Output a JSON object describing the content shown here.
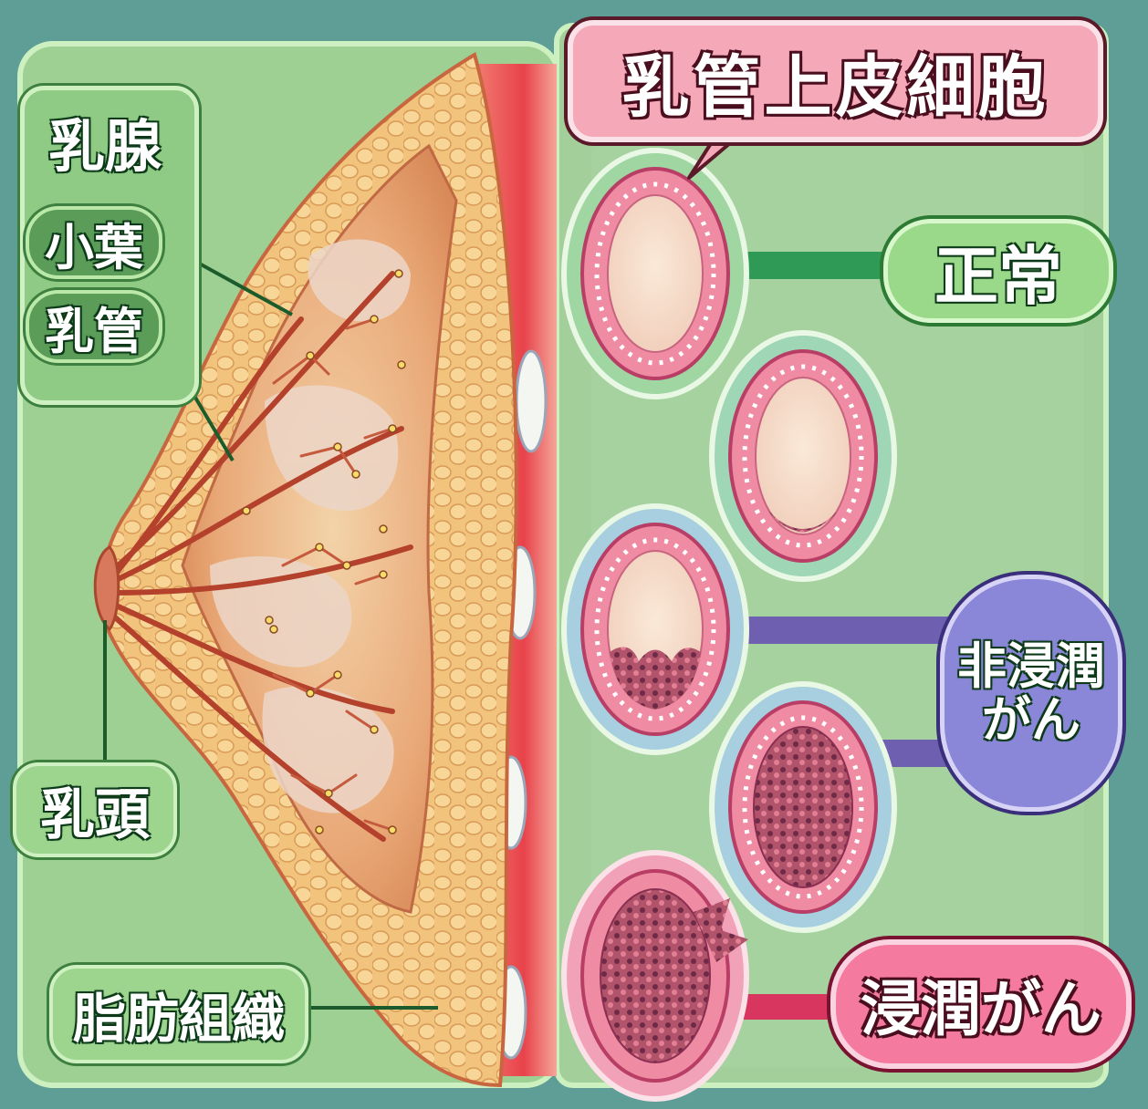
{
  "title_label": "乳管上皮細胞",
  "left_labels": {
    "gland": "乳腺",
    "lobule": "小葉",
    "duct": "乳管",
    "nipple": "乳頭",
    "fat": "脂肪組織"
  },
  "stage_labels": {
    "normal": "正常",
    "noninvasive_line1": "非浸潤",
    "noninvasive_line2": "がん",
    "invasive": "浸潤がん"
  },
  "colors": {
    "normal": "#2e9a55",
    "noninvasive": "#6f5fb0",
    "invasive": "#d8365f"
  }
}
